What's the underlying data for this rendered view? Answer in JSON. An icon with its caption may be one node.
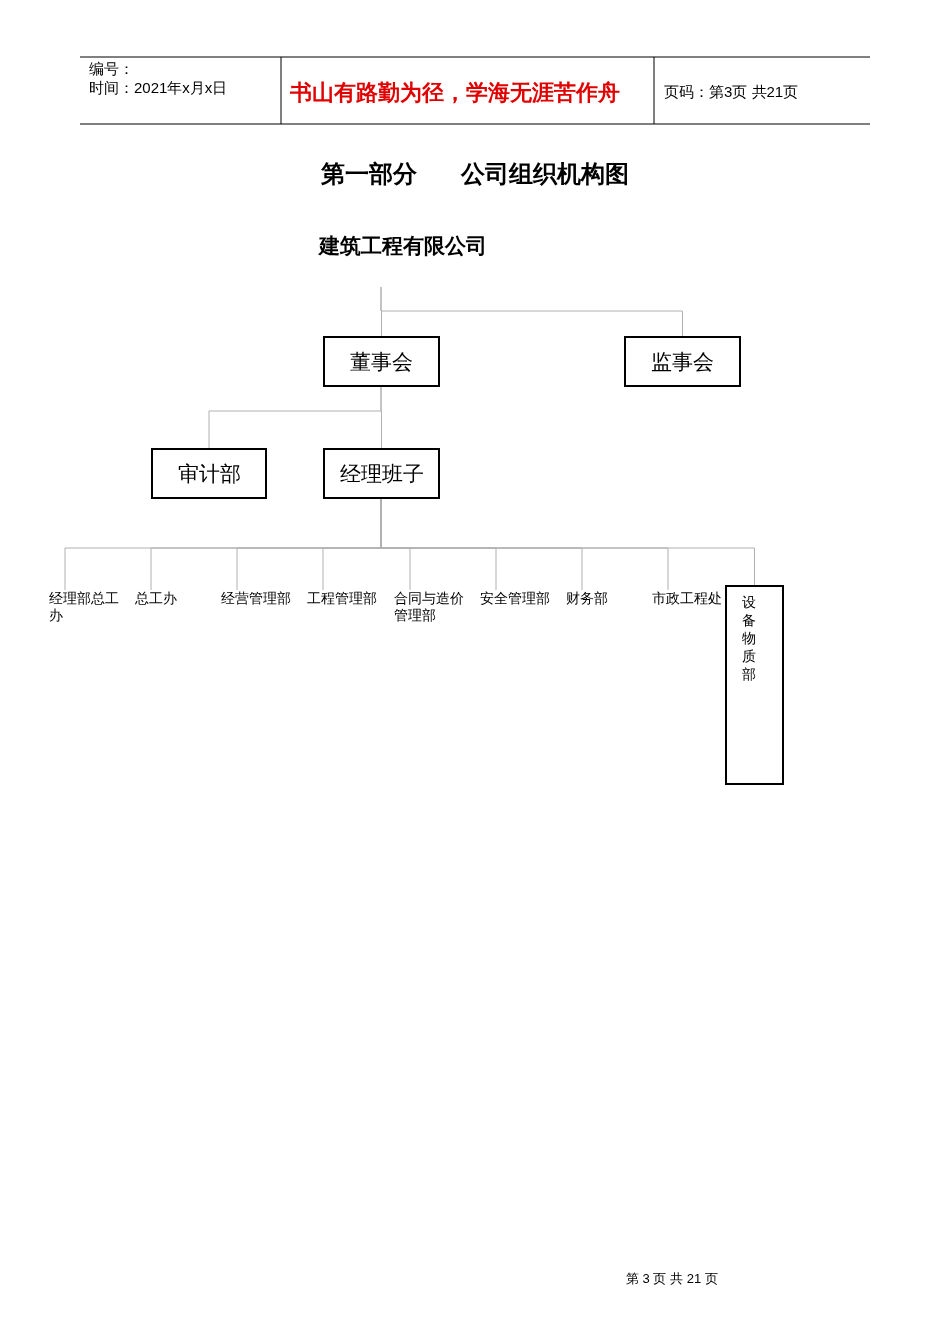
{
  "diagram": {
    "title": "第一部分 公司组织机构图",
    "nodes": [
      {
        "text": [
          "建筑工程有限公司"
        ]
      },
      {
        "text": [
          "董事会"
        ]
      },
      {
        "text": [
          "监事会"
        ]
      },
      {
        "text": [
          "审计部"
        ]
      },
      {
        "text": [
          "经理班子"
        ]
      },
      {
        "text": [
          "经理部总工办"
        ]
      },
      {
        "text": [
          "总工办"
        ]
      },
      {
        "text": [
          "经营管理部"
        ]
      },
      {
        "text": [
          "工程管理部"
        ]
      },
      {
        "text": [
          "合同与造价管理部"
        ]
      },
      {
        "text": [
          "安全管理部"
        ]
      },
      {
        "text": [
          "财务部"
        ]
      },
      {
        "text": [
          "市政工程处"
        ]
      },
      {
        "text": [
          "设备物质部"
        ]
      }
    ],
    "edges": [
      {
        "from": 0,
        "to": 1,
        "arrow": "none"
      },
      {
        "from": 0,
        "to": 2,
        "arrow": "none"
      },
      {
        "from": 1,
        "to": 3,
        "arrow": "none"
      },
      {
        "from": 1,
        "to": 4,
        "arrow": "none"
      },
      {
        "from": 4,
        "to": 5,
        "arrow": "none"
      },
      {
        "from": 4,
        "to": 6,
        "arrow": "none"
      },
      {
        "from": 4,
        "to": 7,
        "arrow": "none"
      },
      {
        "from": 4,
        "to": 8,
        "arrow": "none"
      },
      {
        "from": 4,
        "to": 9,
        "arrow": "none"
      },
      {
        "from": 4,
        "to": 10,
        "arrow": "none"
      },
      {
        "from": 4,
        "to": 11,
        "arrow": "none"
      },
      {
        "from": 4,
        "to": 12,
        "arrow": "none"
      },
      {
        "from": 4,
        "to": 13,
        "arrow": "none"
      }
    ],
    "labels": [
      "编号：",
      "时间：2021年x月x日",
      "书山有路勤为径，学海无涯苦作舟",
      "页码：第3页 共21页",
      "第 3 页 共 21 页"
    ]
  }
}
